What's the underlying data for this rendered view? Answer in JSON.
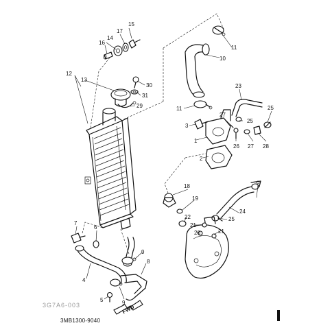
{
  "callouts": [
    "1",
    "2",
    "3",
    "4",
    "5",
    "6",
    "7",
    "8",
    "9",
    "9",
    "10",
    "11",
    "11",
    "12",
    "13",
    "14",
    "15",
    "16",
    "17",
    "18",
    "19",
    "20",
    "21",
    "21",
    "22",
    "23",
    "24",
    "25",
    "25",
    "25",
    "26",
    "27",
    "27",
    "28",
    "29",
    "30",
    "31"
  ],
  "diagram_code": "3MB1300-9040",
  "faded_code": "3G7A6-003",
  "fwd_label": "FWD"
}
